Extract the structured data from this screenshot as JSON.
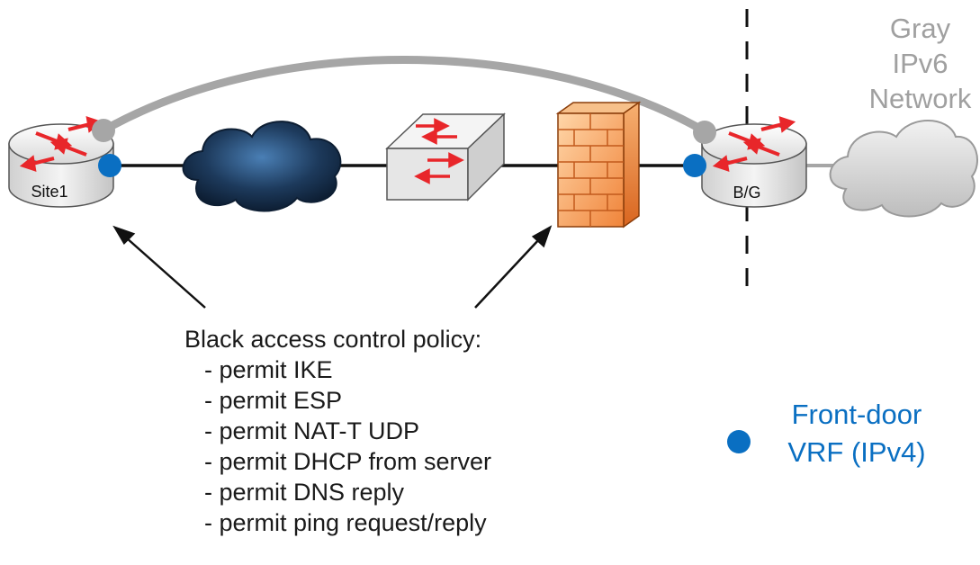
{
  "nodes": {
    "site_router_label": "Site1",
    "bg_router_label": "B/G"
  },
  "gray_network": {
    "line1": "Gray IPv6",
    "line2": "Network"
  },
  "policy": {
    "title": "Black access control policy:",
    "rules": [
      "- permit IKE",
      "- permit ESP",
      "- permit NAT-T UDP",
      "- permit DHCP from server",
      "- permit DNS reply",
      "- permit ping request/reply"
    ]
  },
  "legend": {
    "line1": "Front-door",
    "line2": "VRF (IPv4)"
  },
  "colors": {
    "front_door_vrf": "#0a6fc2",
    "gray_link": "#a6a6a6",
    "black_link": "#111111",
    "gray_text": "#a0a0a0",
    "arrow_red": "#e8262a",
    "firewall_orange": "#f08a3c"
  }
}
